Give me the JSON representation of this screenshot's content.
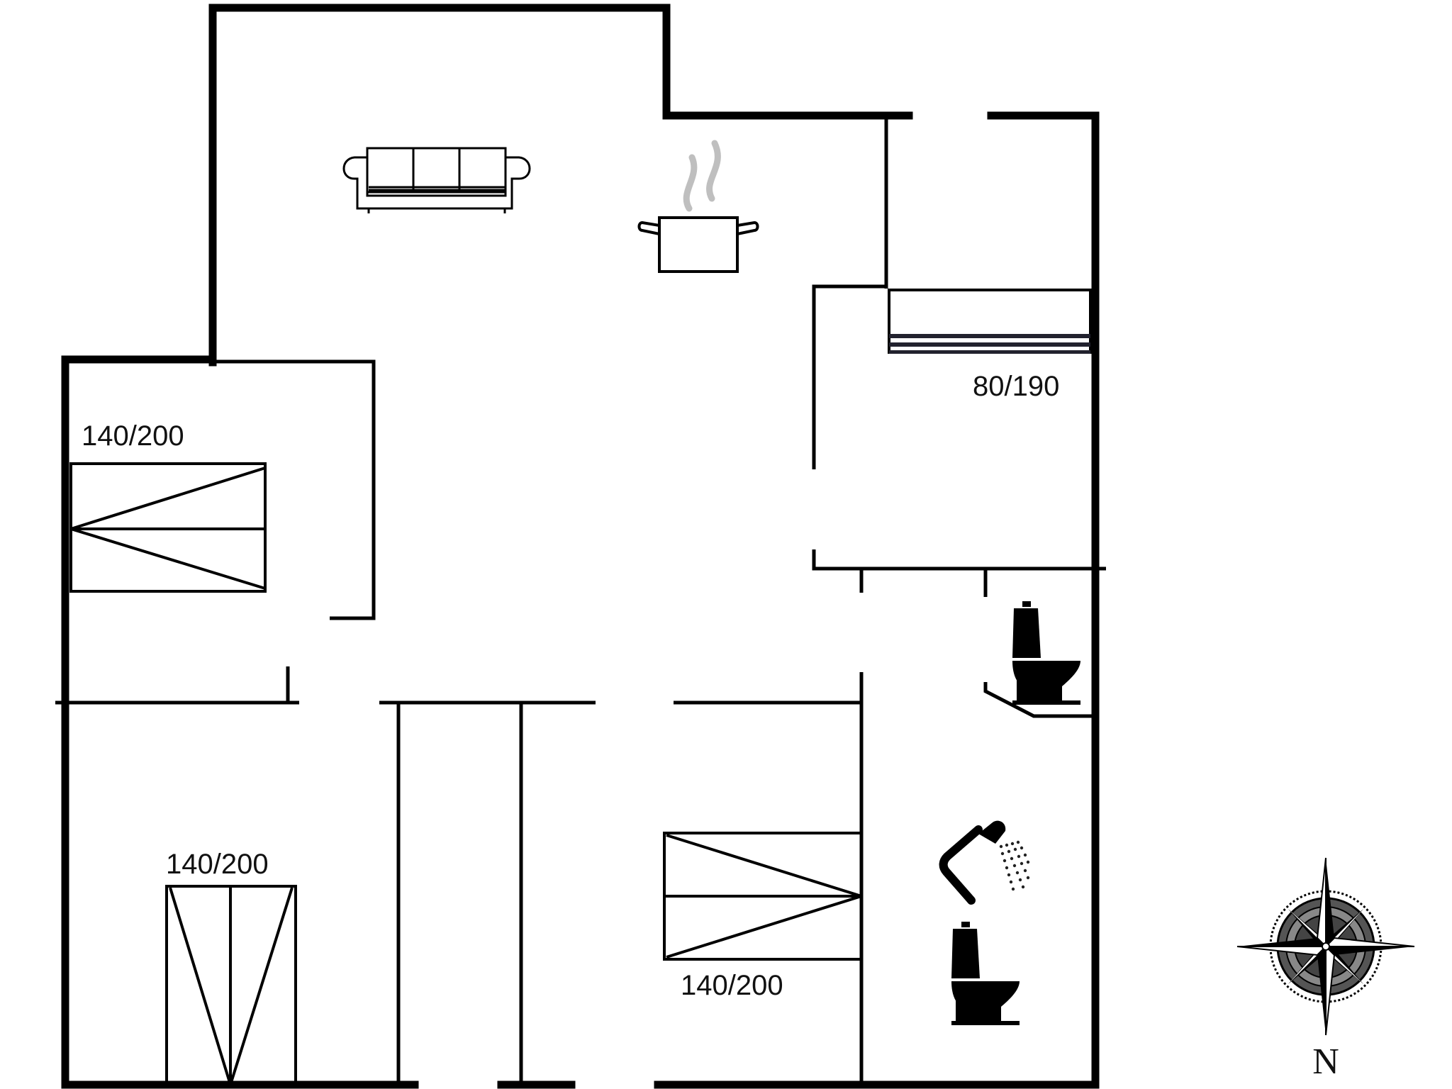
{
  "plan": {
    "labels": {
      "bed_west": "140/200",
      "bed_southwest": "140/200",
      "bed_south": "140/200",
      "bed_east": "80/190"
    },
    "compass": {
      "north_letter": "N"
    },
    "icons": [
      "sofa-icon",
      "cooking-pot-icon",
      "toilet-icon",
      "shower-icon",
      "compass-rose-icon"
    ],
    "colors": {
      "wall": "#000000",
      "steam": "#bfbfbf",
      "background": "#ffffff"
    }
  }
}
